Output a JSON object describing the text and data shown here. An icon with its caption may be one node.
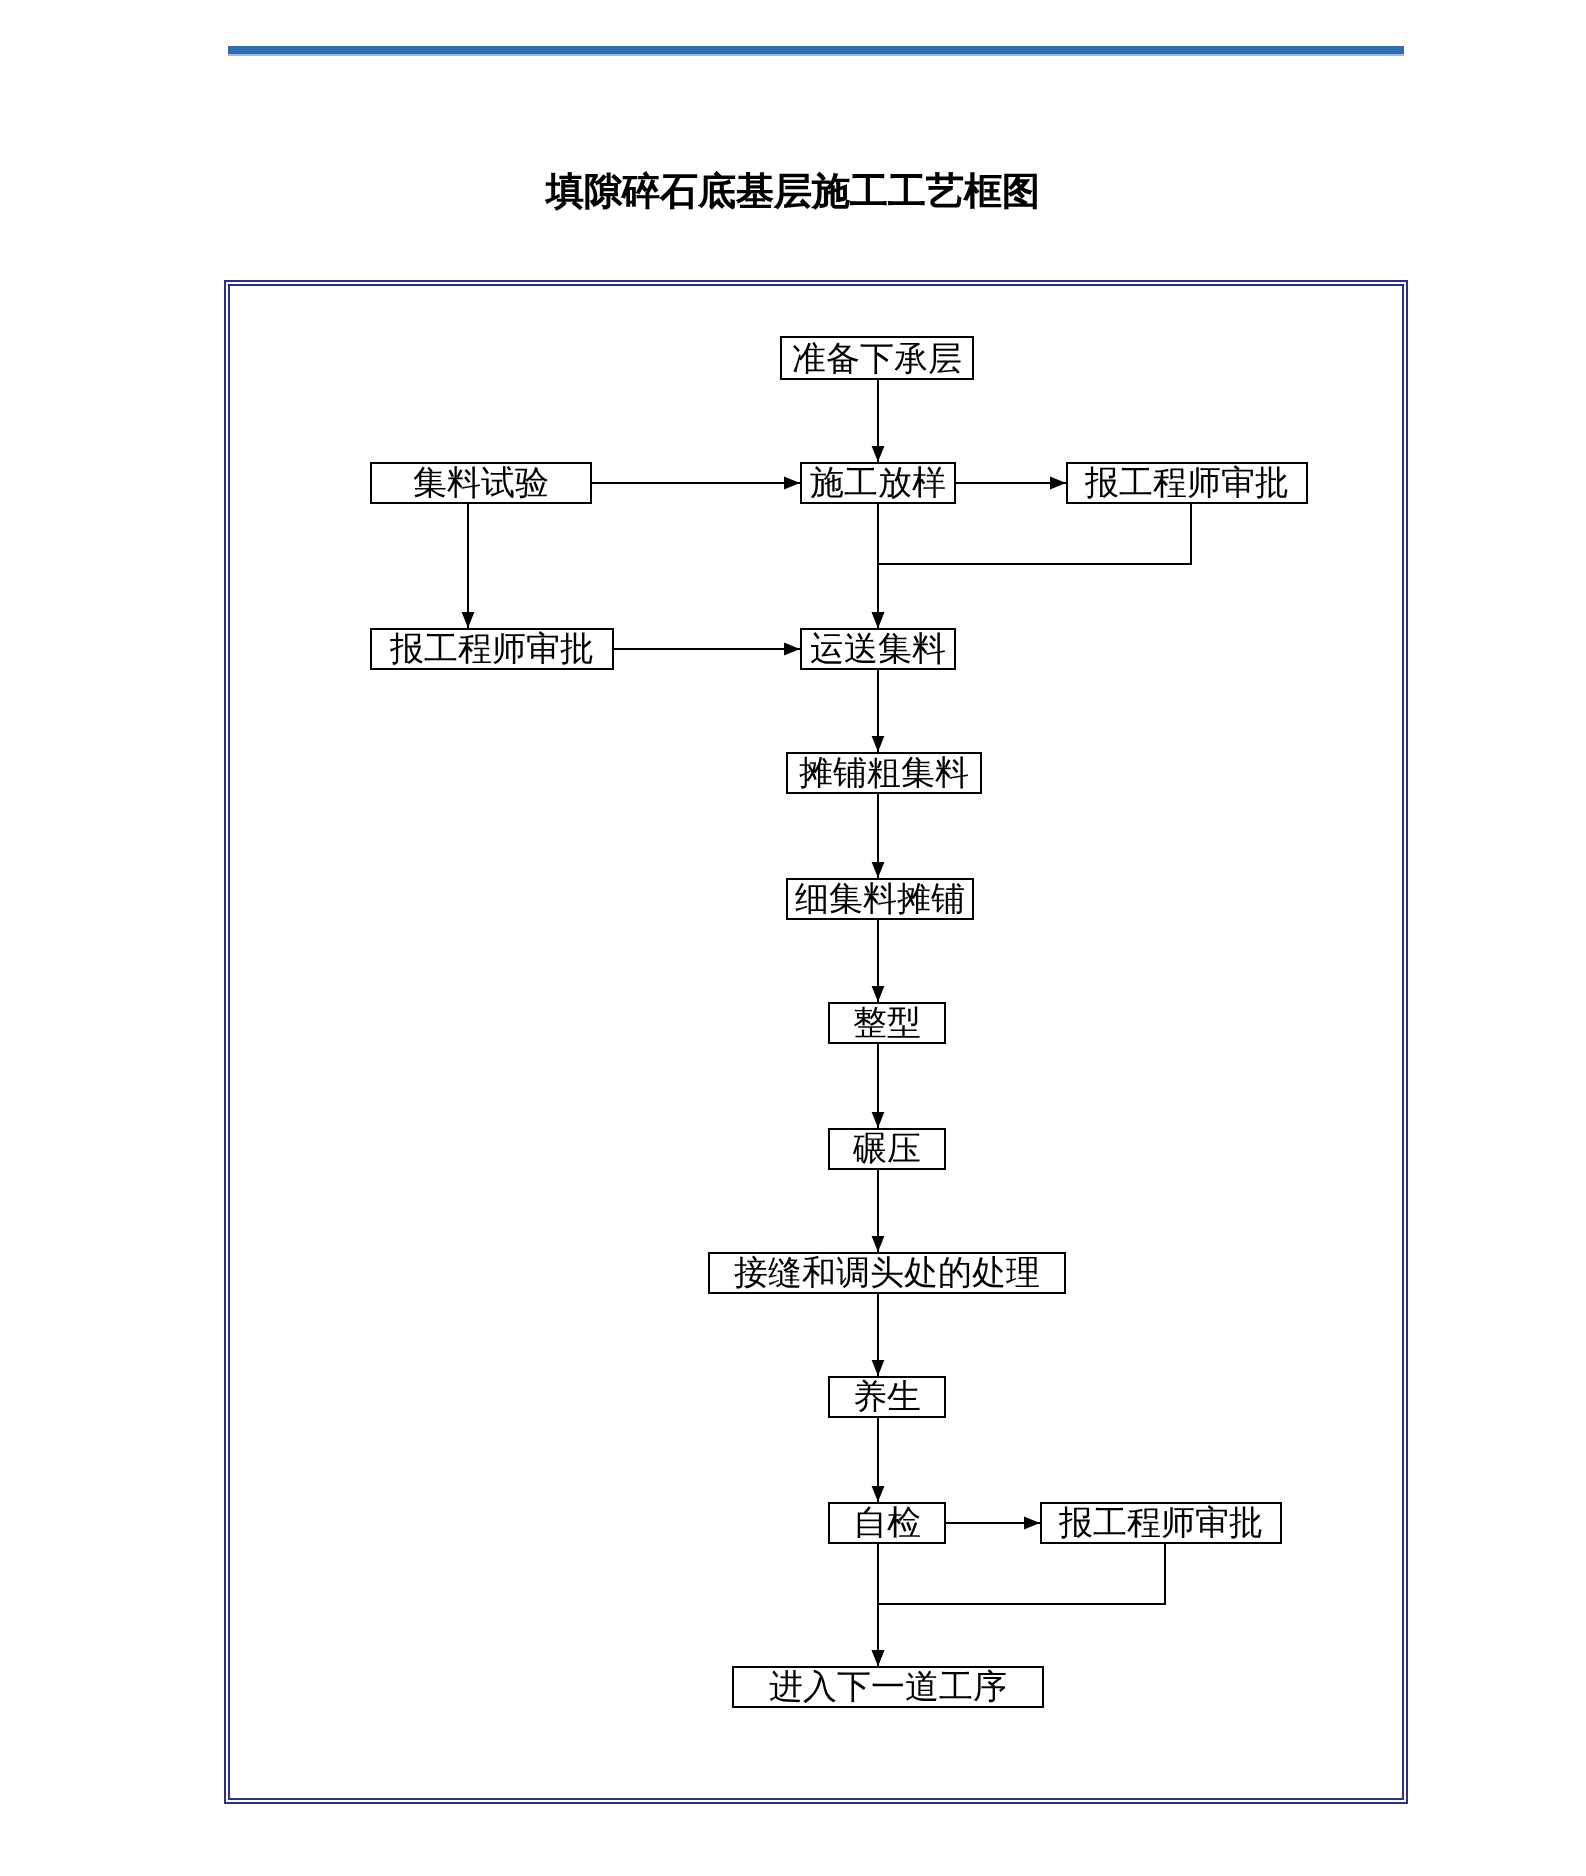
{
  "diagram": {
    "title": "填隙碎石底基层施工工艺框图",
    "nodes": [
      {
        "text": [
          "准备下承层"
        ]
      },
      {
        "text": [
          "集料试验"
        ]
      },
      {
        "text": [
          "施工放样"
        ]
      },
      {
        "text": [
          "报工程师审批"
        ]
      },
      {
        "text": [
          "报工程师审批"
        ]
      },
      {
        "text": [
          "运送集料"
        ]
      },
      {
        "text": [
          "摊铺粗集料"
        ]
      },
      {
        "text": [
          "细集料摊铺"
        ]
      },
      {
        "text": [
          "整型"
        ]
      },
      {
        "text": [
          "碾压"
        ]
      },
      {
        "text": [
          "接缝和调头处的处理"
        ]
      },
      {
        "text": [
          "养生"
        ]
      },
      {
        "text": [
          "自检"
        ]
      },
      {
        "text": [
          "报工程师审批"
        ]
      },
      {
        "text": [
          "进入下一道工序"
        ]
      }
    ],
    "edges": [
      {
        "from": 0,
        "to": 2,
        "arrow": "to"
      },
      {
        "from": 1,
        "to": 2,
        "arrow": "to"
      },
      {
        "from": 2,
        "to": 3,
        "arrow": "to"
      },
      {
        "from": 3,
        "to": 5,
        "arrow": "to"
      },
      {
        "from": 2,
        "to": 5,
        "arrow": "to"
      },
      {
        "from": 1,
        "to": 4,
        "arrow": "to"
      },
      {
        "from": 4,
        "to": 5,
        "arrow": "to"
      },
      {
        "from": 5,
        "to": 6,
        "arrow": "to"
      },
      {
        "from": 6,
        "to": 7,
        "arrow": "to"
      },
      {
        "from": 7,
        "to": 8,
        "arrow": "to"
      },
      {
        "from": 8,
        "to": 9,
        "arrow": "to"
      },
      {
        "from": 9,
        "to": 10,
        "arrow": "to"
      },
      {
        "from": 10,
        "to": 11,
        "arrow": "to"
      },
      {
        "from": 11,
        "to": 12,
        "arrow": "to"
      },
      {
        "from": 12,
        "to": 13,
        "arrow": "to"
      },
      {
        "from": 12,
        "to": 14,
        "arrow": "to"
      },
      {
        "from": 13,
        "to": 14,
        "arrow": "to"
      }
    ]
  }
}
